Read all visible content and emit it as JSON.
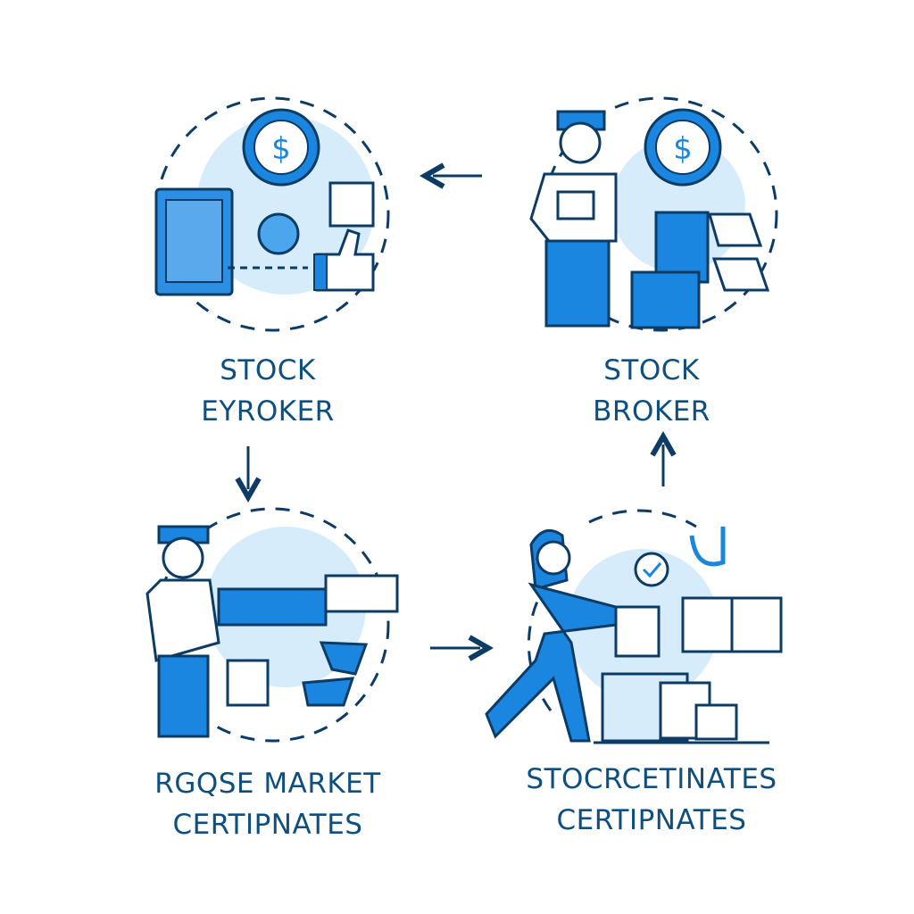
{
  "colors": {
    "primary": "#1a86e0",
    "light": "#cfe9fb",
    "dark": "#0e4f80",
    "outline": "#0c3c66"
  },
  "steps": [
    {
      "line1": "STOCK",
      "line2": "EYROKER"
    },
    {
      "line1": "STOCK",
      "line2": "BROKER"
    },
    {
      "line1": "RGQSE MARKET",
      "line2": "CERTIPNATES"
    },
    {
      "line1": "STOCRCETINATES",
      "line2": "CERTIPNATES"
    }
  ],
  "icons": {
    "dollar": "$"
  }
}
